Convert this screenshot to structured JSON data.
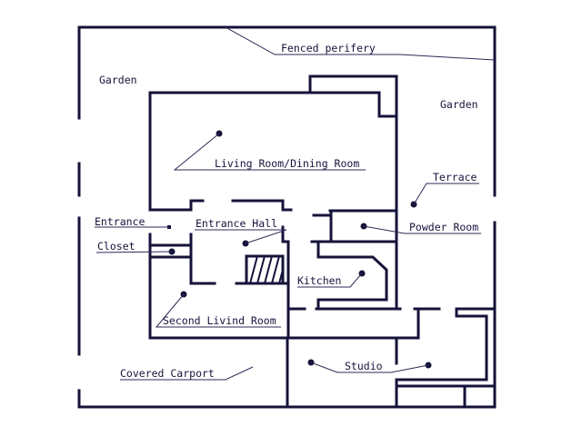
{
  "diagram": {
    "type": "floor-plan",
    "labels": {
      "fence": "Fenced perifery",
      "garden_left": "Garden",
      "garden_right": "Garden",
      "living": "Living Room/Dining Room",
      "terrace": "Terrace",
      "entrance": "Entrance",
      "entrance_hall": "Entrance Hall",
      "powder_room": "Powder Room",
      "closet": "Closet",
      "kitchen": "Kitchen",
      "second_living": "Second Livind Room",
      "covered_carport": "Covered Carport",
      "studio": "Studio"
    },
    "colors": {
      "ink": "#15133a",
      "background": "#ffffff"
    }
  }
}
